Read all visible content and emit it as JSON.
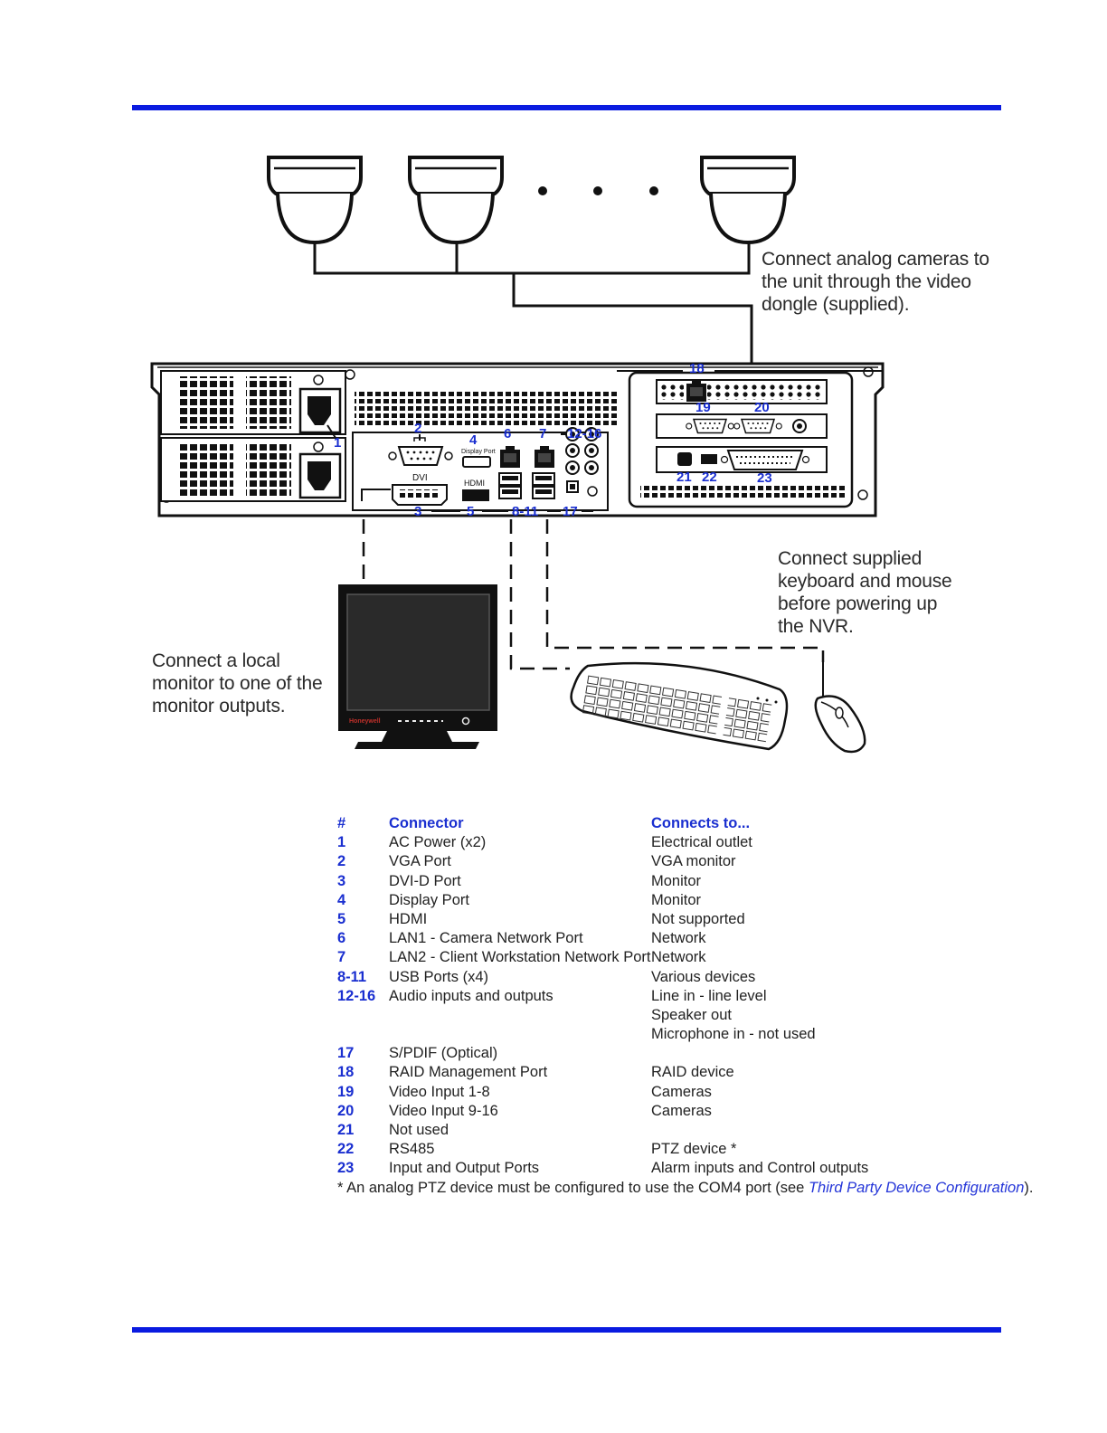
{
  "captions": {
    "cameras": [
      "Connect analog cameras to",
      "the unit through the video",
      "dongle (supplied)."
    ],
    "keyboard": [
      "Connect supplied",
      "keyboard and mouse",
      "before powering up",
      "the NVR."
    ],
    "monitor": [
      "Connect a local",
      "monitor to one of the",
      "monitor outputs."
    ]
  },
  "panel_labels": {
    "dvi": "DVI",
    "displayport": "Display Port",
    "hdmi": "HDMI",
    "monitor_brand": "Honeywell"
  },
  "callouts": {
    "n1": "1",
    "n2": "2",
    "n3": "3",
    "n4": "4",
    "n5": "5",
    "n6": "6",
    "n7": "7",
    "n8_11": "8-11",
    "n12_16": "12-16",
    "n17": "17",
    "n18": "18",
    "n19": "19",
    "n20": "20",
    "n21": "21",
    "n22": "22",
    "n23": "23"
  },
  "table": {
    "headers": {
      "num": "#",
      "connector": "Connector",
      "connects_to": "Connects to..."
    },
    "rows": [
      {
        "num": "1",
        "connector": "AC Power (x2)",
        "connects_to": "Electrical outlet"
      },
      {
        "num": "2",
        "connector": "VGA Port",
        "connects_to": "VGA monitor"
      },
      {
        "num": "3",
        "connector": "DVI-D Port",
        "connects_to": "Monitor"
      },
      {
        "num": "4",
        "connector": "Display Port",
        "connects_to": "Monitor"
      },
      {
        "num": "5",
        "connector": "HDMI",
        "connects_to": "Not supported"
      },
      {
        "num": "6",
        "connector": "LAN1 - Camera Network Port",
        "connects_to": "Network"
      },
      {
        "num": "7",
        "connector": "LAN2 - Client Workstation Network Port",
        "connects_to": "Network"
      },
      {
        "num": "8-11",
        "connector": "USB Ports (x4)",
        "connects_to": "Various devices"
      },
      {
        "num": "12-16",
        "connector": "Audio inputs and outputs",
        "connects_to": "Line in - line level"
      },
      {
        "num": "",
        "connector": "",
        "connects_to": "Speaker out"
      },
      {
        "num": "",
        "connector": "",
        "connects_to": "Microphone in - not used"
      },
      {
        "num": "17",
        "connector": "S/PDIF (Optical)",
        "connects_to": ""
      },
      {
        "num": "18",
        "connector": "RAID Management Port",
        "connects_to": "RAID device"
      },
      {
        "num": "19",
        "connector": "Video Input 1-8",
        "connects_to": "Cameras"
      },
      {
        "num": "20",
        "connector": "Video Input 9-16",
        "connects_to": "Cameras"
      },
      {
        "num": "21",
        "connector": "Not used",
        "connects_to": ""
      },
      {
        "num": "22",
        "connector": "RS485",
        "connects_to": "PTZ device *"
      },
      {
        "num": "23",
        "connector": "Input and Output Ports",
        "connects_to": "Alarm inputs and Control outputs"
      }
    ]
  },
  "footnote": {
    "pre": "* An analog PTZ device must be configured to use the COM4 port (see ",
    "link": "Third Party Device Configuration",
    "post": ")."
  },
  "colors": {
    "rule": "#0a1be0",
    "accent": "#1a2fd0"
  }
}
